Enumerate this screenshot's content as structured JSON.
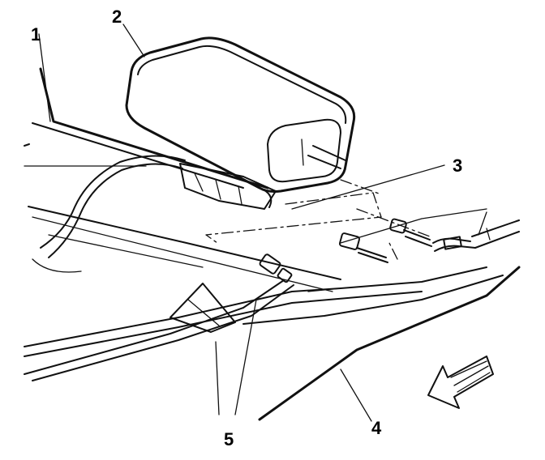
{
  "callouts": [
    {
      "id": "1",
      "label": "1"
    },
    {
      "id": "2",
      "label": "2"
    },
    {
      "id": "3",
      "label": "3"
    },
    {
      "id": "4",
      "label": "4"
    },
    {
      "id": "5",
      "label": "5"
    }
  ],
  "colors": {
    "ink": "#111111",
    "canister_shade": "#c8c8c8",
    "arrow_shade": "#a8a8a8",
    "background": "#ffffff"
  },
  "icons": [
    "front-direction-arrow-icon"
  ]
}
